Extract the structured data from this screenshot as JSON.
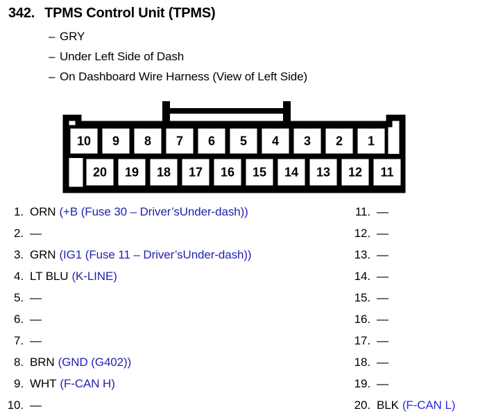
{
  "header": {
    "number": "342.",
    "title": "TPMS Control Unit (TPMS)",
    "dash": "–",
    "sub_lines": [
      "GRY",
      "Under Left Side of Dash",
      "On Dashboard Wire Harness (View of Left Side)"
    ]
  },
  "connector": {
    "top_row_labels": [
      "10",
      "9",
      "8",
      "7",
      "6",
      "5",
      "4",
      "3",
      "2",
      "1"
    ],
    "bottom_row_labels": [
      "20",
      "19",
      "18",
      "17",
      "16",
      "15",
      "14",
      "13",
      "12",
      "11"
    ],
    "outline_color": "#000000",
    "fill_color": "#ffffff"
  },
  "pins": {
    "empty_marker": "—",
    "left": [
      {
        "num": "1.",
        "wire": "ORN",
        "signal": "(+B (Fuse 30 – Driver’sUnder-dash))"
      },
      {
        "num": "2.",
        "wire": "",
        "signal": ""
      },
      {
        "num": "3.",
        "wire": "GRN",
        "signal": "(IG1 (Fuse 11 – Driver’sUnder-dash))"
      },
      {
        "num": "4.",
        "wire": "LT BLU",
        "signal": "(K-LINE)"
      },
      {
        "num": "5.",
        "wire": "",
        "signal": ""
      },
      {
        "num": "6.",
        "wire": "",
        "signal": ""
      },
      {
        "num": "7.",
        "wire": "",
        "signal": ""
      },
      {
        "num": "8.",
        "wire": "BRN",
        "signal": "(GND (G402))"
      },
      {
        "num": "9.",
        "wire": "WHT",
        "signal": "(F-CAN H)"
      },
      {
        "num": "10.",
        "wire": "",
        "signal": ""
      }
    ],
    "right": [
      {
        "num": "11.",
        "wire": "",
        "signal": ""
      },
      {
        "num": "12.",
        "wire": "",
        "signal": ""
      },
      {
        "num": "13.",
        "wire": "",
        "signal": ""
      },
      {
        "num": "14.",
        "wire": "",
        "signal": ""
      },
      {
        "num": "15.",
        "wire": "",
        "signal": ""
      },
      {
        "num": "16.",
        "wire": "",
        "signal": ""
      },
      {
        "num": "17.",
        "wire": "",
        "signal": ""
      },
      {
        "num": "18.",
        "wire": "",
        "signal": ""
      },
      {
        "num": "19.",
        "wire": "",
        "signal": ""
      },
      {
        "num": "20.",
        "wire": "BLK",
        "signal": "(F-CAN L)"
      }
    ]
  }
}
